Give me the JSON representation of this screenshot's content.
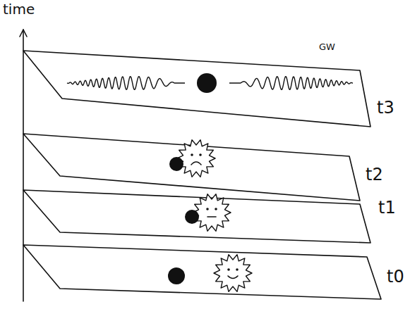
{
  "diagram": {
    "labels": [
      "time",
      "GW",
      "t3",
      "t2",
      "t1",
      "t0"
    ]
  }
}
